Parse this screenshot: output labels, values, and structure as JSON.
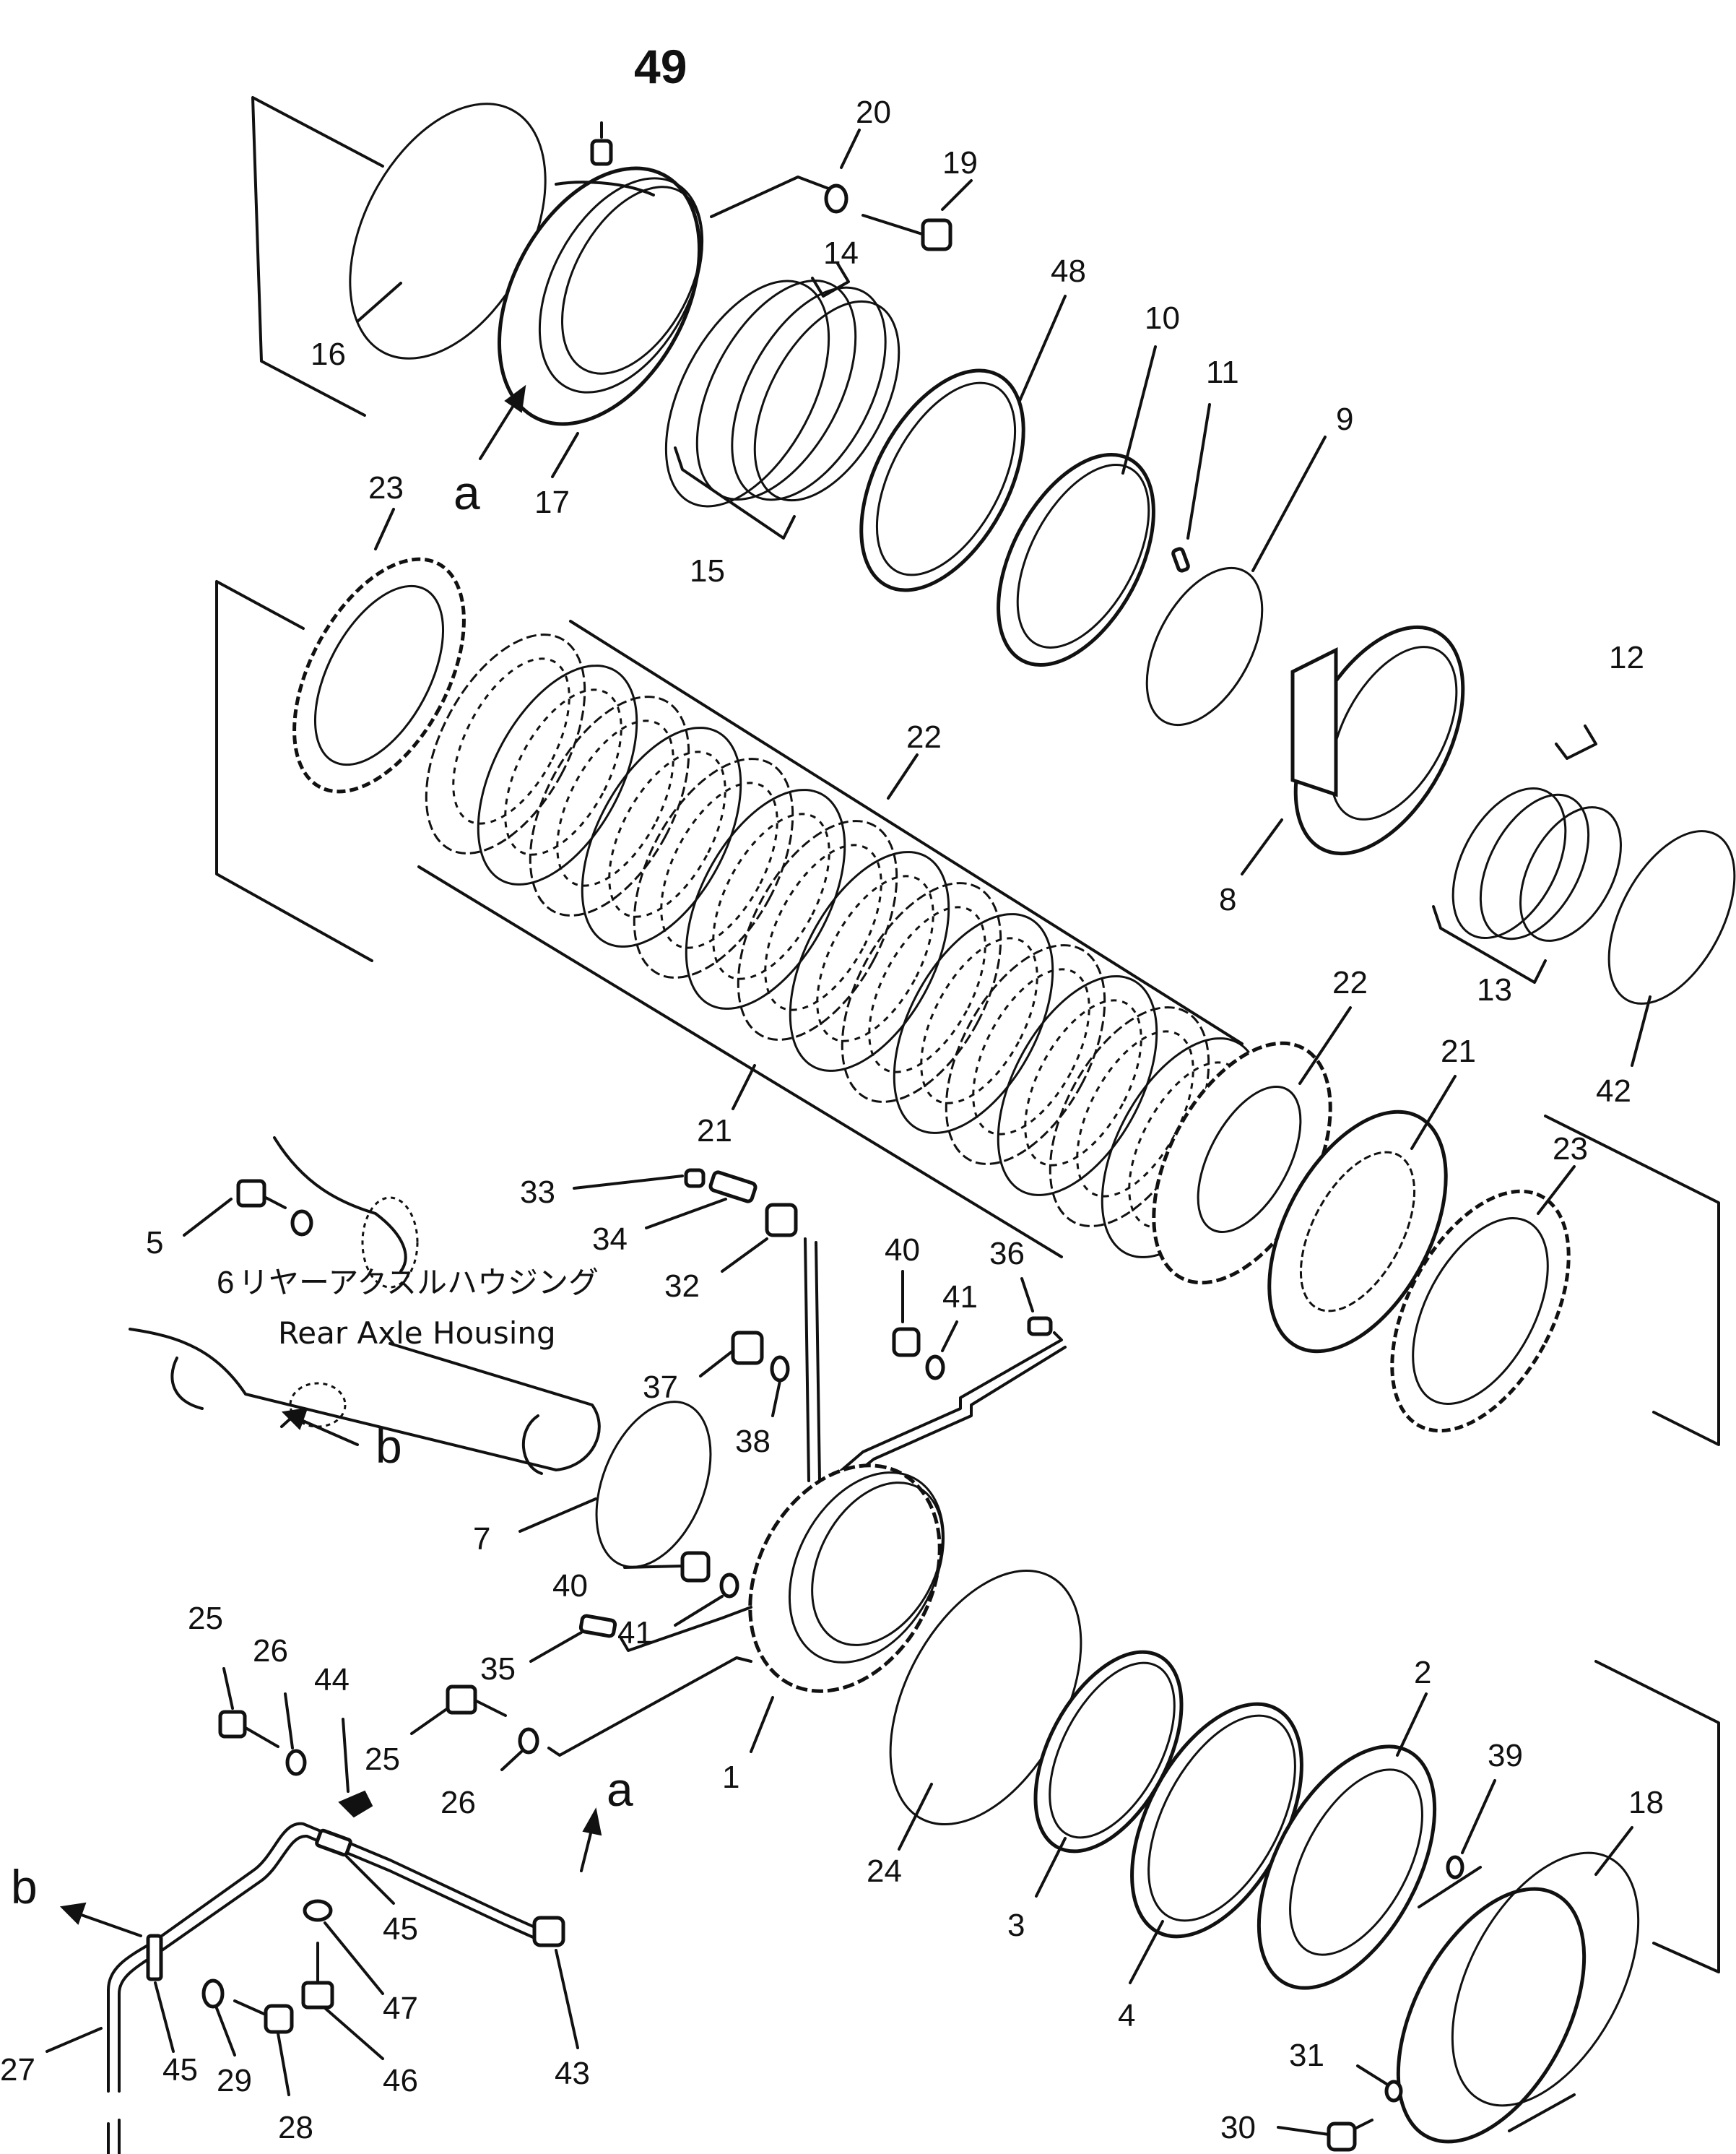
{
  "diagram": {
    "callouts": {
      "n49": "49",
      "n20": "20",
      "n19": "19",
      "n14": "14",
      "n48": "48",
      "n10": "10",
      "n16": "16",
      "n17": "17",
      "n15": "15",
      "n11": "11",
      "n9": "9",
      "n23a": "23",
      "n22a": "22",
      "n12": "12",
      "n8": "8",
      "n13": "13",
      "n22b": "22",
      "n21a": "21",
      "n21b": "21",
      "n42": "42",
      "n23b": "23",
      "n33": "33",
      "n5": "5",
      "n34": "34",
      "n6": "6",
      "n32": "32",
      "n40a": "40",
      "n36": "36",
      "n41a": "41",
      "n37": "37",
      "n38": "38",
      "n7": "7",
      "n40b": "40",
      "n41b": "41",
      "n35": "35",
      "n25a": "25",
      "n26a": "26",
      "n44": "44",
      "n25b": "25",
      "n26b": "26",
      "n1": "1",
      "n24": "24",
      "n3": "3",
      "n4": "4",
      "n2": "2",
      "n39": "39",
      "n18": "18",
      "n45a": "45",
      "n47": "47",
      "n46": "46",
      "n43": "43",
      "n27": "27",
      "n45b": "45",
      "n29": "29",
      "n28": "28",
      "n31": "31",
      "n30": "30"
    },
    "letters": {
      "a_top": "a",
      "a_bottom": "a",
      "b_housing": "b",
      "b_pipe": "b"
    },
    "housing_label_jp": "リヤーアクスルハウジング",
    "housing_label_en": "Rear Axle Housing"
  }
}
